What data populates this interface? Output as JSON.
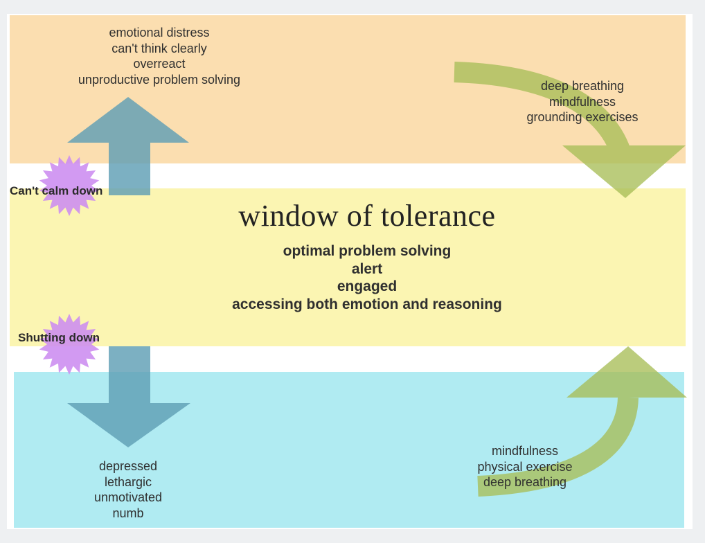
{
  "zones": {
    "hyperarousal": {
      "color": "#fbdeb0",
      "items": [
        "emotional distress",
        "can't think clearly",
        "overreact",
        "unproductive problem solving"
      ]
    },
    "hyper_strategies": {
      "items": [
        "deep breathing",
        "mindfulness",
        "grounding exercises"
      ]
    },
    "window": {
      "color": "#fbf5b2",
      "title": "window of tolerance",
      "items": [
        "optimal problem solving",
        "alert",
        "engaged",
        "accessing both emotion and reasoning"
      ]
    },
    "hypoarousal": {
      "color": "#b0ebf2",
      "items": [
        "depressed",
        "lethargic",
        "unmotivated",
        "numb"
      ]
    },
    "hypo_strategies": {
      "items": [
        "mindfulness",
        "physical exercise",
        "deep breathing"
      ]
    }
  },
  "labels": {
    "cant_calm_down": "Can't calm down",
    "shutting_down": "Shutting down"
  },
  "colors": {
    "arrow_blue": "#5f9fb4",
    "arrow_green": "#a8be58",
    "starburst": "#cc8cf0"
  },
  "icons": {
    "up_arrow": "arrow-up-icon",
    "down_arrow": "arrow-down-icon",
    "curved_arrow_down": "curved-arrow-down-icon",
    "curved_arrow_up": "curved-arrow-up-icon",
    "starburst": "starburst-icon"
  }
}
